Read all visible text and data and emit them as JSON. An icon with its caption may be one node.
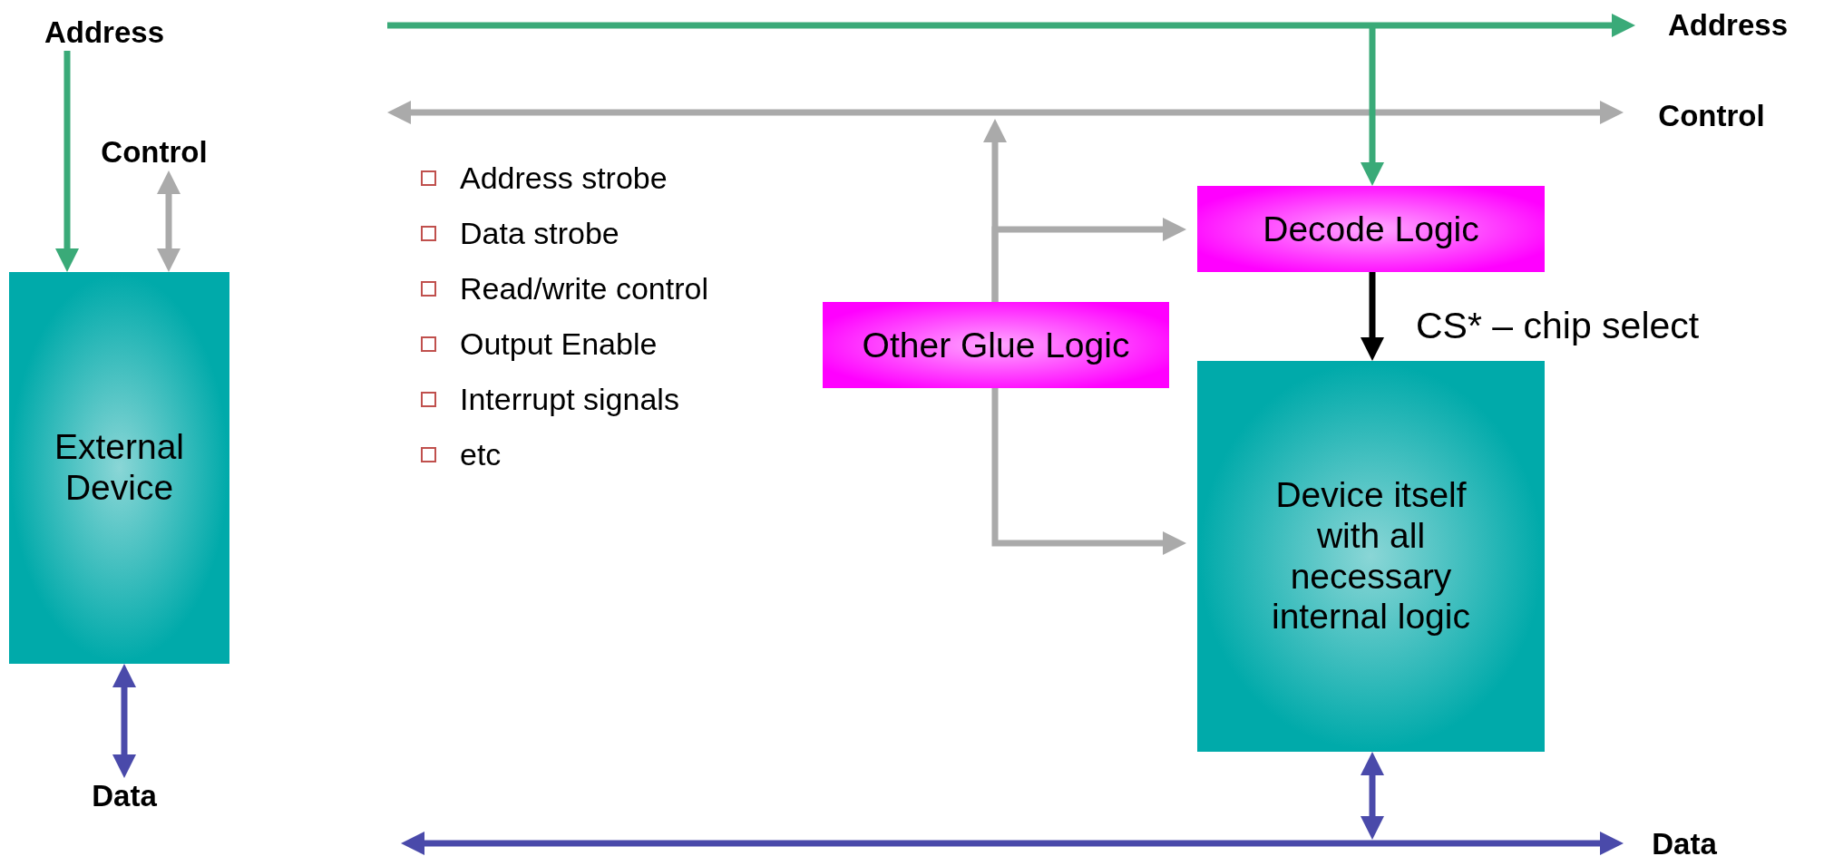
{
  "diagram": {
    "nodes": [
      {
        "text": [
          "Address"
        ]
      },
      {
        "text": [
          "Control"
        ]
      },
      {
        "text": [
          "External Device"
        ]
      },
      {
        "text": [
          "Data"
        ]
      },
      {
        "text": [
          "Address"
        ]
      },
      {
        "text": [
          "Control"
        ]
      },
      {
        "text": [
          "Decode Logic"
        ]
      },
      {
        "text": [
          "Other Glue Logic"
        ]
      },
      {
        "text": [
          "Device itself with all necessary internal logic"
        ]
      },
      {
        "text": [
          "Data"
        ]
      }
    ],
    "edges": [
      {
        "from": 0,
        "to": 2,
        "arrow": "to",
        "color": "#3aaa78"
      },
      {
        "from": 1,
        "to": 2,
        "arrow": "both"
      },
      {
        "from": 2,
        "to": 3,
        "arrow": "both",
        "color": "#4a4aaa"
      },
      {
        "from": null,
        "to": 4,
        "arrow": "to",
        "color": "#3aaa78"
      },
      {
        "from": null,
        "to": 5,
        "arrow": "both"
      },
      {
        "from": null,
        "to": 6,
        "arrow": "to",
        "color": "#3aaa78"
      },
      {
        "from": 6,
        "to": 8,
        "arrow": "to",
        "label": "CS* – chip select",
        "color": "#000000"
      },
      {
        "from": 7,
        "to": null,
        "arrow": "to"
      },
      {
        "from": 7,
        "to": 6,
        "arrow": "to"
      },
      {
        "from": 7,
        "to": 8,
        "arrow": "to"
      },
      {
        "from": 8,
        "to": null,
        "arrow": "both",
        "color": "#4a4aaa"
      },
      {
        "from": null,
        "to": 9,
        "arrow": "both",
        "color": "#4a4aaa"
      }
    ],
    "labels": [
      "Address strobe",
      "Data strobe",
      "Read/write control",
      "Output Enable",
      "Interrupt signals",
      "etc"
    ]
  }
}
